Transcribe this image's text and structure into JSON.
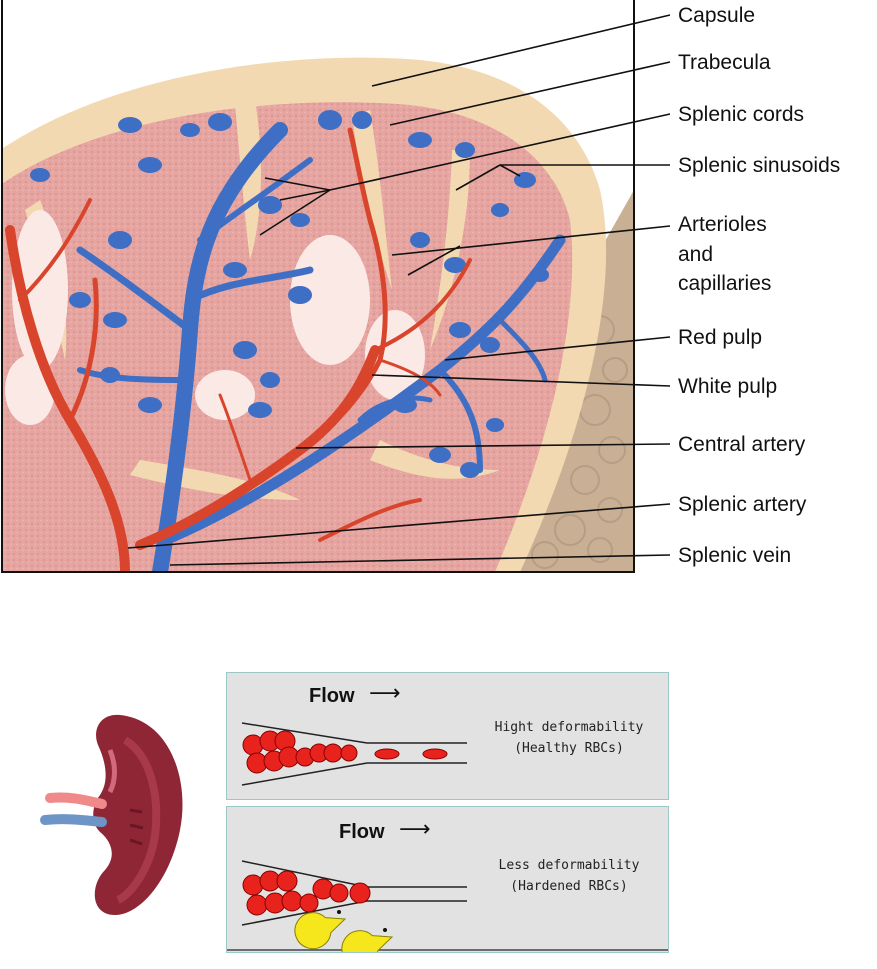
{
  "spleen_diagram": {
    "labels": {
      "capsule": "Capsule",
      "trabecula": "Trabecula",
      "splenic_cords": "Splenic cords",
      "splenic_sinusoids": "Splenic sinusoids",
      "arterioles_line1": "Arterioles",
      "arterioles_line2": "and",
      "arterioles_line3": "capillaries",
      "red_pulp": "Red pulp",
      "white_pulp": "White pulp",
      "central_artery": "Central artery",
      "splenic_artery": "Splenic artery",
      "splenic_vein": "Splenic vein"
    }
  },
  "deformability_panels": {
    "healthy": {
      "flow_label": "Flow",
      "arrow": "⟶",
      "caption_line1": "Hight deformability",
      "caption_line2": "(Healthy RBCs)"
    },
    "hardened": {
      "flow_label": "Flow",
      "arrow": "⟶",
      "caption_line1": "Less deformability",
      "caption_line2": "(Hardened RBCs)"
    }
  },
  "colors": {
    "capsule": "#f3d9b1",
    "red_pulp": "#e8a7a3",
    "vein": "#3f6fc4",
    "artery": "#d8452c",
    "rbc": "#e8231e",
    "macrophage": "#f6e61c",
    "spleen_organ": "#8e2636"
  },
  "icons": [
    "spleen-organ-icon",
    "macrophage-icon"
  ]
}
